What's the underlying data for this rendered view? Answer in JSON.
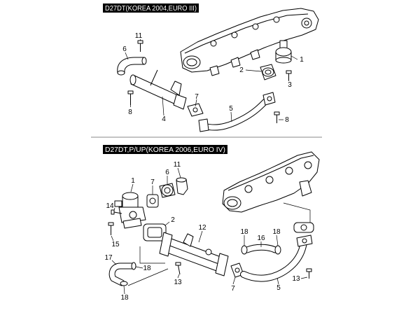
{
  "sections": [
    {
      "title": "D27DT(KOREA 2004,EURO III)",
      "callouts": [
        "11",
        "6",
        "1",
        "2",
        "3",
        "7",
        "8",
        "5",
        "4",
        "8"
      ]
    },
    {
      "title": "D27DT,P/UP(KOREA 2006,EURO IV)",
      "callouts": [
        "11",
        "6",
        "1",
        "7",
        "14",
        "2",
        "15",
        "12",
        "18",
        "18",
        "16",
        "17",
        "18",
        "13",
        "7",
        "5",
        "13",
        "18"
      ]
    }
  ]
}
